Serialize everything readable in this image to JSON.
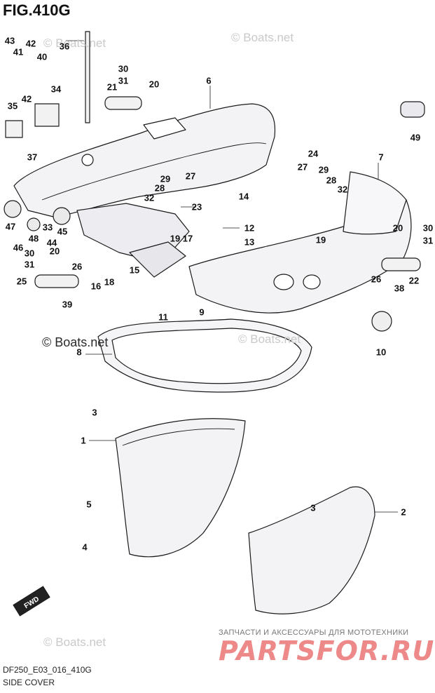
{
  "figure": {
    "title": "FIG.410G",
    "code": "DF250_E03_016_410G",
    "subtitle": "SIDE COVER"
  },
  "watermarks": {
    "top_left": "© Boats.net",
    "top_right": "© Boats.net",
    "middle": "© Boats.net",
    "middle_right": "© Boats.net",
    "bottom": "© Boats.net",
    "brand_tagline": "ЗАПЧАСТИ И АКСЕССУАРЫ ДЛЯ МОТОТЕХНИКИ",
    "brand_name": "PARTSFOR.RU"
  },
  "direction_label": "FWD",
  "callouts": {
    "c1": "1",
    "c2": "2",
    "c3a": "3",
    "c3b": "3",
    "c4": "4",
    "c5": "5",
    "c6": "6",
    "c7": "7",
    "c8": "8",
    "c9": "9",
    "c10": "10",
    "c11": "11",
    "c12": "12",
    "c13": "13",
    "c14": "14",
    "c15": "15",
    "c16": "16",
    "c17": "17",
    "c18": "18",
    "c19a": "19",
    "c19b": "19",
    "c20a": "20",
    "c20b": "20",
    "c20c": "20",
    "c21": "21",
    "c22": "22",
    "c23": "23",
    "c24": "24",
    "c25": "25",
    "c26a": "26",
    "c26b": "26",
    "c27a": "27",
    "c27b": "27",
    "c28a": "28",
    "c28b": "28",
    "c29a": "29",
    "c29b": "29",
    "c30a": "30",
    "c30b": "30",
    "c30c": "30",
    "c31a": "31",
    "c31b": "31",
    "c31c": "31",
    "c32a": "32",
    "c32b": "32",
    "c33": "33",
    "c34": "34",
    "c35": "35",
    "c36": "36",
    "c37": "37",
    "c38": "38",
    "c39": "39",
    "c40": "40",
    "c41": "41",
    "c42a": "42",
    "c42b": "42",
    "c43": "43",
    "c44": "44",
    "c45": "45",
    "c46": "46",
    "c47": "47",
    "c48": "48",
    "c49": "49"
  }
}
